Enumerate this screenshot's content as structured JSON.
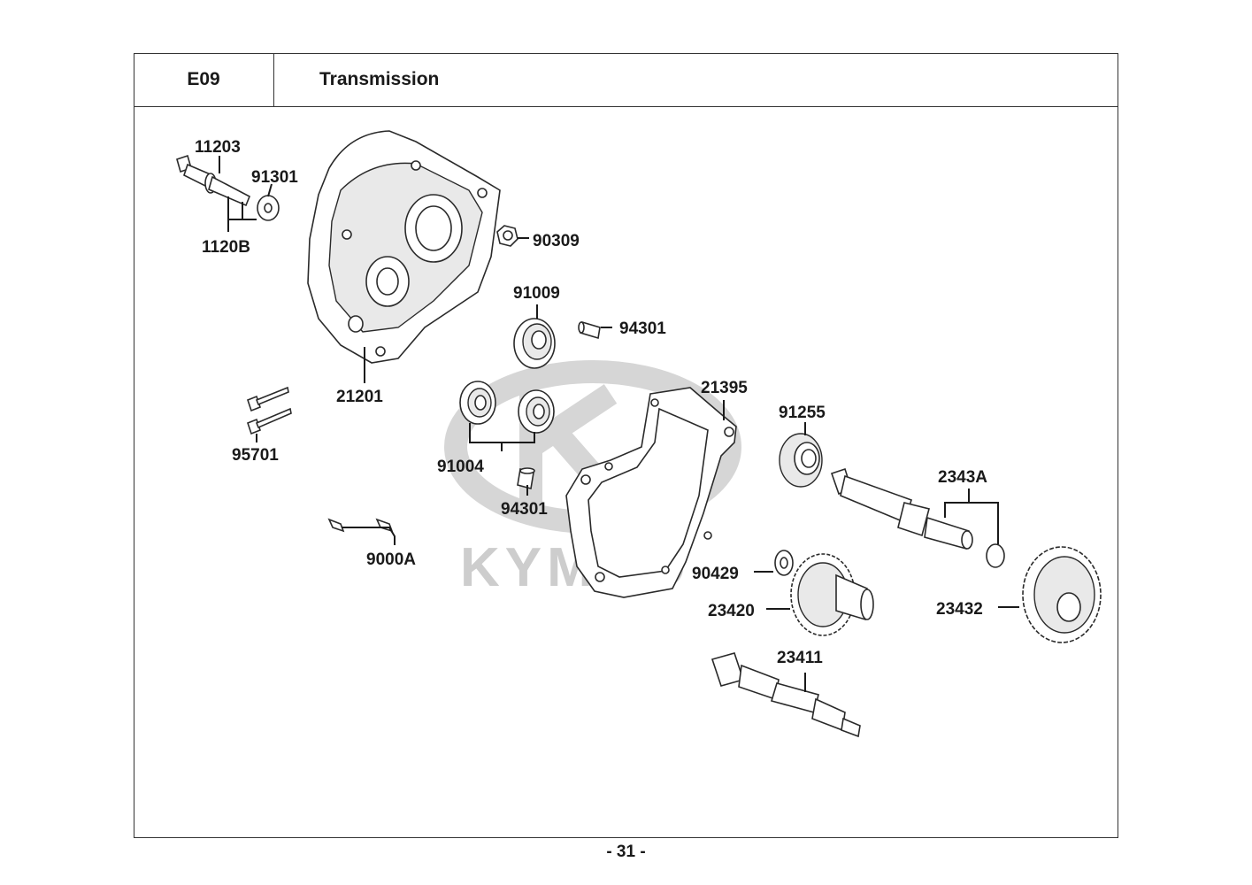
{
  "header": {
    "code": "E09",
    "title": "Transmission"
  },
  "watermark": {
    "brand": "KYMCO"
  },
  "parts": {
    "p11203": "11203",
    "p91301": "91301",
    "p1120B": "1120B",
    "p90309": "90309",
    "p21201": "21201",
    "p91009": "91009",
    "p94301a": "94301",
    "p95701": "95701",
    "p91004": "91004",
    "p94301b": "94301",
    "p21395": "21395",
    "p91255": "91255",
    "p2343A": "2343A",
    "p9000A": "9000A",
    "p90429": "90429",
    "p23420": "23420",
    "p23432": "23432",
    "p23411": "23411"
  },
  "footer": {
    "page": "- 31 -"
  }
}
